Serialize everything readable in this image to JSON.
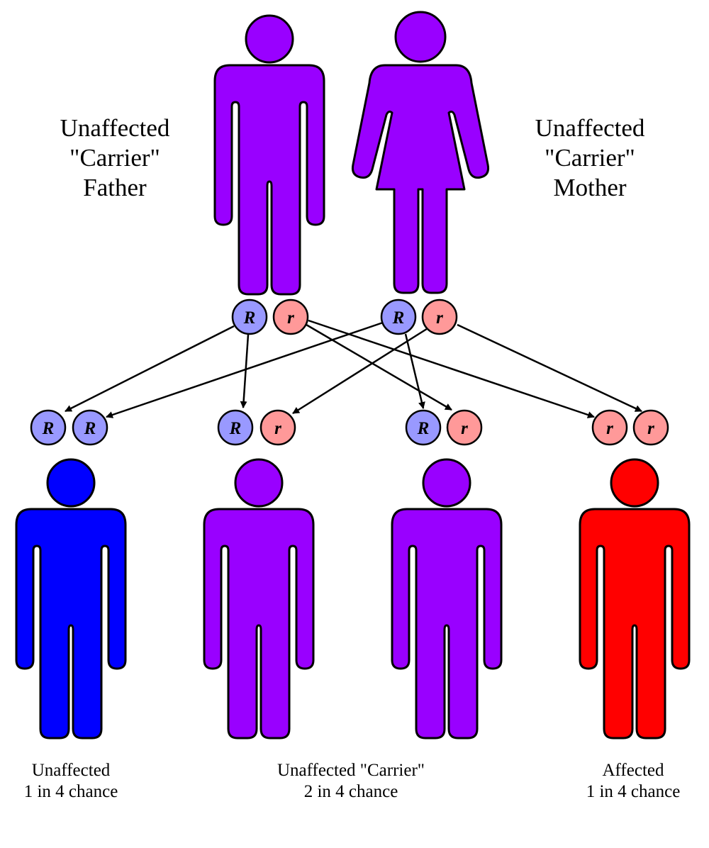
{
  "colors": {
    "carrier": "#9900ff",
    "unaffected": "#0000ff",
    "affected": "#ff0000",
    "dominant_allele": "#9999ff",
    "recessive_allele": "#ff9999"
  },
  "parents": {
    "father": {
      "label_lines": [
        "Unaffected",
        "\"Carrier\"",
        "Father"
      ],
      "alleles": [
        "R",
        "r"
      ]
    },
    "mother": {
      "label_lines": [
        "Unaffected",
        "\"Carrier\"",
        "Mother"
      ],
      "alleles": [
        "R",
        "r"
      ]
    }
  },
  "children": [
    {
      "alleles": [
        "R",
        "R"
      ],
      "status": "unaffected"
    },
    {
      "alleles": [
        "R",
        "r"
      ],
      "status": "carrier"
    },
    {
      "alleles": [
        "R",
        "r"
      ],
      "status": "carrier"
    },
    {
      "alleles": [
        "r",
        "r"
      ],
      "status": "affected"
    }
  ],
  "outcomes": [
    {
      "title": "Unaffected",
      "chance": "1 in 4 chance"
    },
    {
      "title": "Unaffected \"Carrier\"",
      "chance": "2 in 4 chance"
    },
    {
      "title": "Affected",
      "chance": "1 in 4 chance"
    }
  ]
}
